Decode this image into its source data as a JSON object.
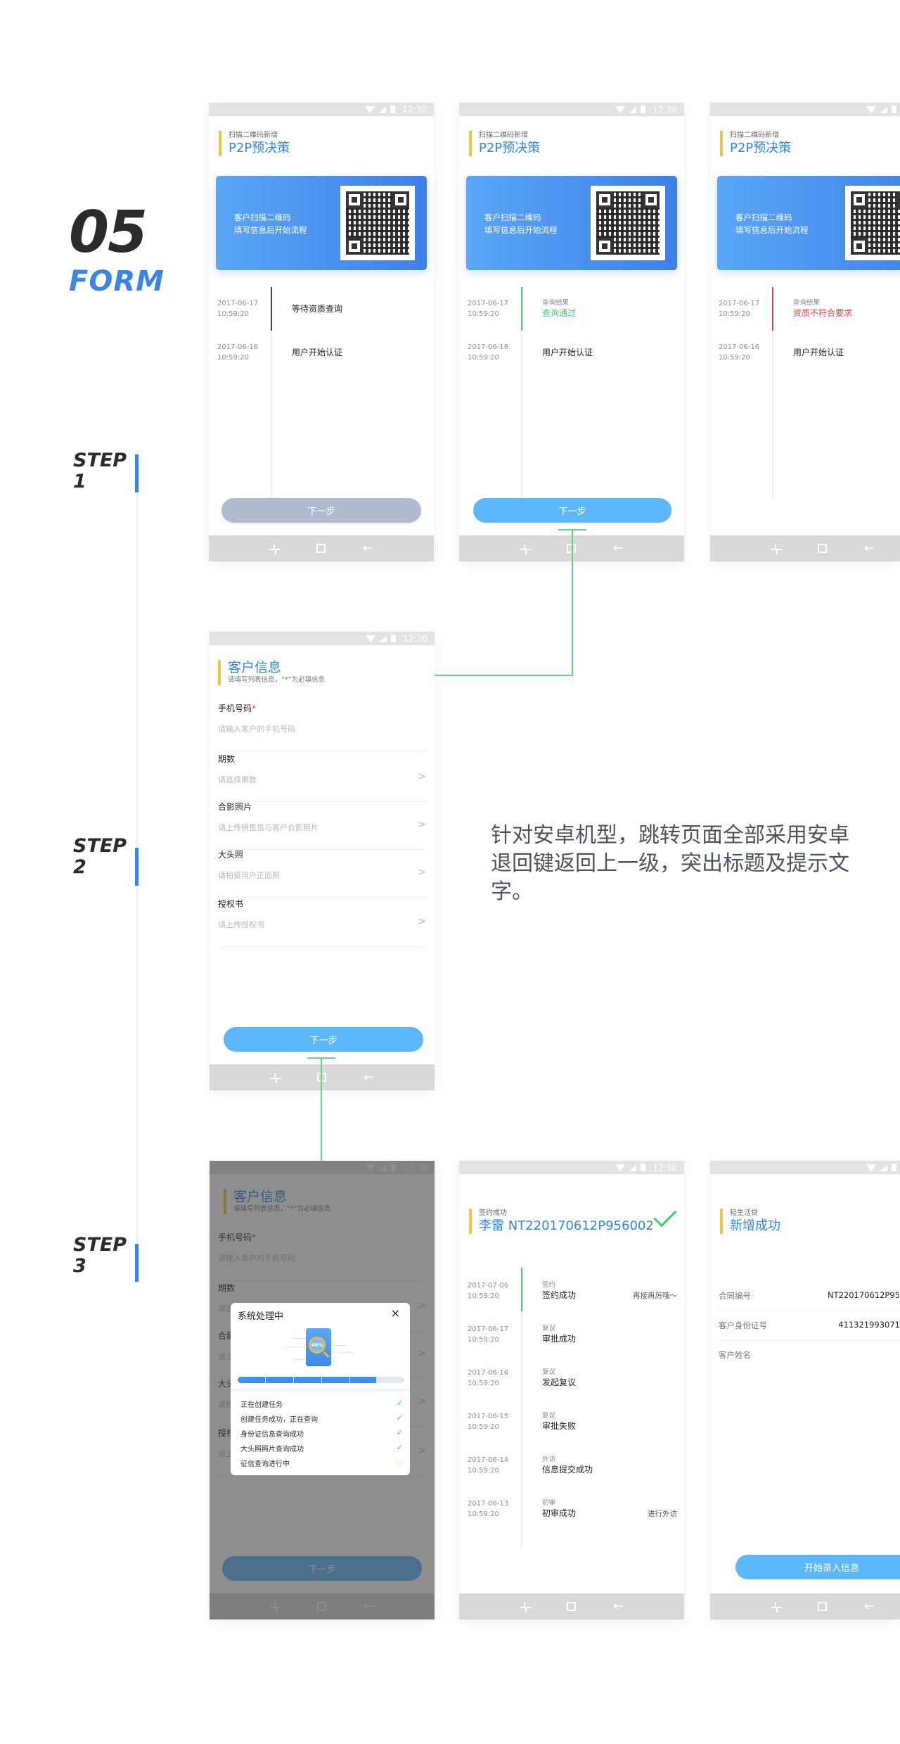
{
  "section": {
    "number": "05",
    "label": "FORM"
  },
  "steps": [
    {
      "label": "STEP",
      "num": "1"
    },
    {
      "label": "STEP",
      "num": "2"
    },
    {
      "label": "STEP",
      "num": "3"
    }
  ],
  "statusbar": {
    "time": "12:30"
  },
  "colors": {
    "accent_blue": "#2f88e6",
    "yellow_bar": "#f0c63e",
    "success_green": "#3bcf6a",
    "error_red": "#e84545",
    "button_blue": "#5db7fb",
    "button_disabled": "#b0bbd0"
  },
  "description": "针对安卓机型，跳转页面全部采用安卓退回键返回上一级，突出标题及提示文字。",
  "qr_screens": [
    {
      "header_sub": "扫描二维码新增",
      "header_title": "P2P预决策",
      "qr_text_line1": "客户扫描二维码",
      "qr_text_line2": "填写信息后开始流程",
      "timeline": [
        {
          "date": "2017-06-17",
          "time": "10:59:20",
          "label": "",
          "value": "等待资质查询"
        },
        {
          "date": "2017-06-16",
          "time": "10:59:20",
          "label": "",
          "value": "用户开始认证"
        }
      ],
      "button": "下一步"
    },
    {
      "header_sub": "扫描二维码新增",
      "header_title": "P2P预决策",
      "qr_text_line1": "客户扫描二维码",
      "qr_text_line2": "填写信息后开始流程",
      "timeline": [
        {
          "date": "2017-06-17",
          "time": "10:59:20",
          "label": "查询结果",
          "value": "查询通过"
        },
        {
          "date": "2017-06-16",
          "time": "10:59:20",
          "label": "",
          "value": "用户开始认证"
        }
      ],
      "button": "下一步"
    },
    {
      "header_sub": "扫描二维码新增",
      "header_title": "P2P预决策",
      "qr_text_line1": "客户扫描二维码",
      "qr_text_line2": "填写信息后开始流程",
      "timeline": [
        {
          "date": "2017-06-17",
          "time": "10:59:20",
          "label": "查询结果",
          "value": "资质不符合要求"
        },
        {
          "date": "2017-06-16",
          "time": "10:59:20",
          "label": "",
          "value": "用户开始认证"
        }
      ]
    }
  ],
  "form_screen": {
    "title": "客户信息",
    "hint_pre": "请填写列表信息，“",
    "hint_star": "*",
    "hint_post": "”为必填信息",
    "fields": [
      {
        "label": "手机号码",
        "required": "*",
        "placeholder": "请输入客户的手机号码",
        "chevron": ""
      },
      {
        "label": "期数",
        "required": "",
        "placeholder": "请选择期数",
        "chevron": ">"
      },
      {
        "label": "合影照片",
        "required": "",
        "placeholder": "请上传销售员与客户合影照片",
        "chevron": ">"
      },
      {
        "label": "大头照",
        "required": "",
        "placeholder": "请拍摄用户正面照",
        "chevron": ">"
      },
      {
        "label": "授权书",
        "required": "",
        "placeholder": "请上传授权书",
        "chevron": ">"
      }
    ],
    "button": "下一步"
  },
  "processing_modal": {
    "title": "系统处理中",
    "close": "×",
    "percent": "40%",
    "progress": 83,
    "tasks": [
      {
        "text": "正在创建任务",
        "status": "✓"
      },
      {
        "text": "创建任务成功，正在查询",
        "status": "✓"
      },
      {
        "text": "身份证信息查询成功",
        "status": "✓"
      },
      {
        "text": "大头照照片查询成功",
        "status": "✓"
      },
      {
        "text": "征信查询进行中",
        "status": "◌"
      }
    ]
  },
  "sign_screen": {
    "header_sub": "签约成功",
    "header_title": "李雷 NT220170612P956002",
    "timeline": [
      {
        "date": "2017-07-06",
        "time": "10:59:20",
        "label": "签约",
        "value": "签约成功",
        "note": "再接再厉哦～"
      },
      {
        "date": "2017-06-17",
        "time": "10:59:20",
        "label": "复议",
        "value": "审批成功",
        "note": ""
      },
      {
        "date": "2017-06-16",
        "time": "10:59:20",
        "label": "复议",
        "value": "发起复议",
        "note": ""
      },
      {
        "date": "2017-06-15",
        "time": "10:59:20",
        "label": "复议",
        "value": "审批失败",
        "note": ""
      },
      {
        "date": "2017-06-14",
        "time": "10:59:20",
        "label": "外访",
        "value": "信息提交成功",
        "note": ""
      },
      {
        "date": "2017-06-13",
        "time": "10:59:20",
        "label": "初审",
        "value": "初审成功",
        "note": "进行外访"
      }
    ]
  },
  "success_screen": {
    "header_sub": "轻生活贷",
    "header_title": "新增成功",
    "rows": [
      {
        "key": "合同编号",
        "value": "NT220170612P95"
      },
      {
        "key": "客户身份证号",
        "value": "411321993071"
      },
      {
        "key": "客户姓名",
        "value": ""
      }
    ],
    "button": "开始录入信息"
  }
}
